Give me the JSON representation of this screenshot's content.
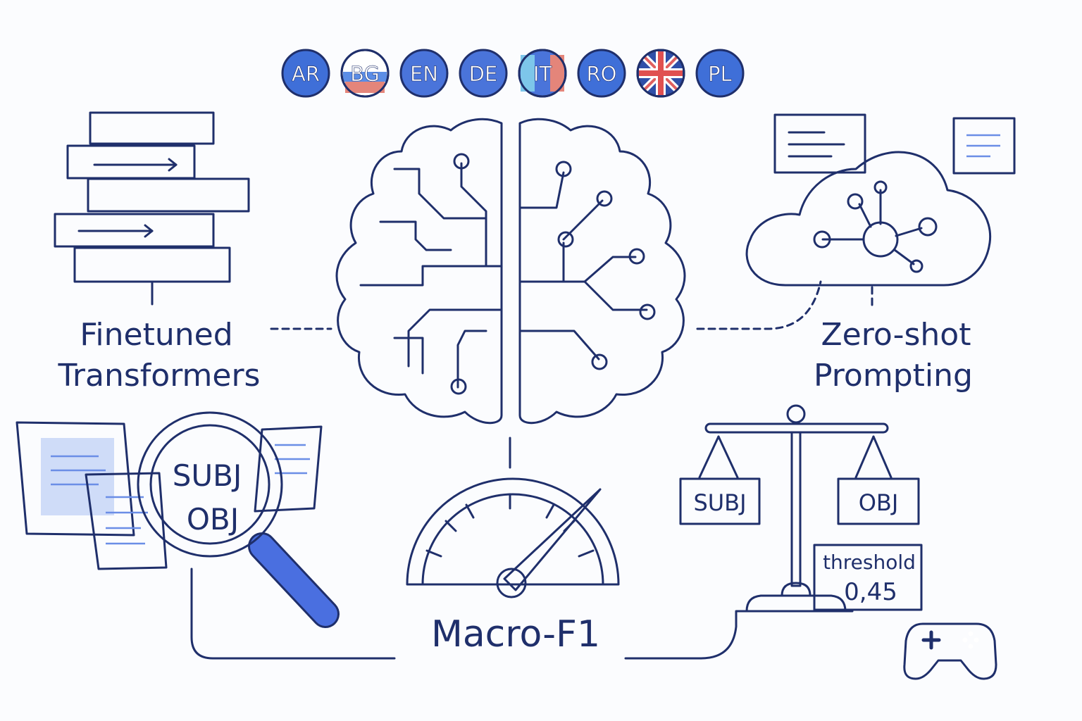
{
  "languages": [
    {
      "code": "AR",
      "fill": "#3f6fd8"
    },
    {
      "code": "BG",
      "fill": "#ffffff"
    },
    {
      "code": "EN",
      "fill": "#4a74da"
    },
    {
      "code": "DE",
      "fill": "#4a74da"
    },
    {
      "code": "IT",
      "fill": "#4a74da"
    },
    {
      "code": "RO",
      "fill": "#3f6fd8"
    },
    {
      "code": "",
      "fill": "#2f4fa8"
    },
    {
      "code": "PL",
      "fill": "#3f6fd8"
    }
  ],
  "labels": {
    "finetuned_line1": "Finetuned",
    "finetuned_line2": "Transformers",
    "zeroshot_line1": "Zero-shot",
    "zeroshot_line2": "Prompting",
    "metric": "Macro-F1",
    "lens_subj": "SUBJ",
    "lens_obj": "OBJ",
    "scale_left": "SUBJ",
    "scale_right": "OBJ",
    "threshold_label": "threshold",
    "threshold_value": "0,45"
  },
  "icons": [
    "transformer-stack-icon",
    "brain-icon",
    "cloud-network-icon",
    "magnifier-icon",
    "gauge-icon",
    "balance-scale-icon",
    "gamepad-icon",
    "document-icon"
  ],
  "colors": {
    "ink": "#1f2f6b",
    "accent": "#4a74da",
    "light_blue": "#cfe0fb"
  }
}
